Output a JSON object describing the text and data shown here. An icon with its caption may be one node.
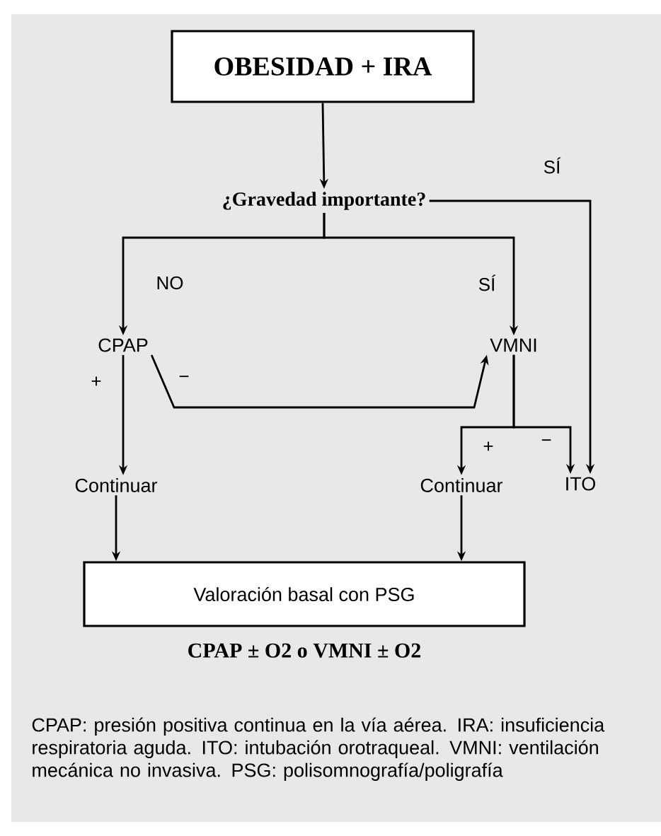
{
  "diagram": {
    "caption": "CPAP: presión positiva continua en la vía aérea. IRA: insuficiencia respiratoria aguda. ITO: intubación orotraqueal. VMNI: ventilación mecánica no invasiva. PSG: polisomnografía/poligrafía",
    "nodes": [
      {
        "text": [
          "OBESIDAD + IRA"
        ]
      },
      {
        "text": [
          "¿Gravedad importante?"
        ]
      },
      {
        "text": [
          "CPAP"
        ]
      },
      {
        "text": [
          "VMNI"
        ]
      },
      {
        "text": [
          "Continuar"
        ]
      },
      {
        "text": [
          "Continuar"
        ]
      },
      {
        "text": [
          "ITO"
        ]
      },
      {
        "text": [
          "Valoración basal con PSG"
        ],
        "beside": [
          "CPAP ± O2 o VMNI ± O2"
        ]
      }
    ],
    "edges": [
      {
        "from": 0,
        "to": 1,
        "arrow": "to"
      },
      {
        "from": 1,
        "to": 2,
        "arrow": "to",
        "label": "NO"
      },
      {
        "from": 1,
        "to": 3,
        "arrow": "to",
        "label": "SÍ"
      },
      {
        "from": 1,
        "to": 6,
        "arrow": "to",
        "label": "SÍ"
      },
      {
        "from": 2,
        "to": 3,
        "arrow": "to",
        "label": "−"
      },
      {
        "from": 3,
        "to": 5,
        "arrow": "to",
        "label": "+"
      },
      {
        "from": 3,
        "to": 6,
        "arrow": "to",
        "label": "−"
      },
      {
        "from": 2,
        "to": 4,
        "arrow": "to",
        "label": "+"
      },
      {
        "from": 4,
        "to": 7,
        "arrow": "to"
      },
      {
        "from": 5,
        "to": 7,
        "arrow": "to"
      }
    ]
  }
}
